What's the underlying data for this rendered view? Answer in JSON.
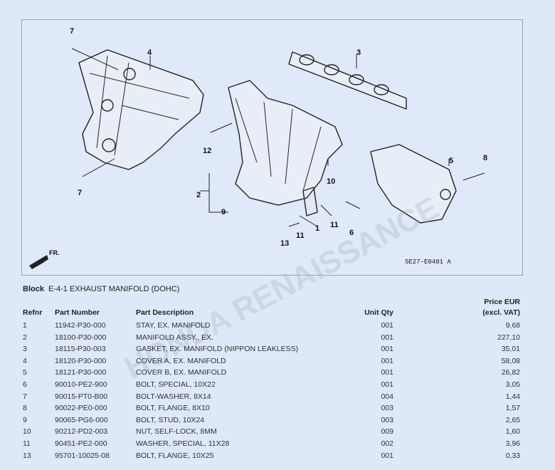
{
  "diagram": {
    "title": "Exhaust manifold parts diagram",
    "drawing_code": "SE27-E0401 A",
    "front_arrow_label": "FR.",
    "callouts": [
      "7",
      "4",
      "3",
      "12",
      "7",
      "2",
      "9",
      "10",
      "5",
      "8",
      "11",
      "1",
      "11",
      "6",
      "13"
    ]
  },
  "block": {
    "label": "Block",
    "value": "E-4-1 EXHAUST MANIFOLD (DOHC)"
  },
  "table": {
    "headers": {
      "refnr": "Refnr",
      "part_number": "Part Number",
      "description": "Part Description",
      "qty": "Unit Qty",
      "price_line1": "Price EUR",
      "price_line2": "(excl. VAT)"
    },
    "rows": [
      {
        "refnr": "1",
        "part_number": "11942-P30-000",
        "description": "STAY, EX. MANIFOLD",
        "qty": "001",
        "price": "9,68"
      },
      {
        "refnr": "2",
        "part_number": "18100-P30-000",
        "description": "MANIFOLD ASSY., EX.",
        "qty": "001",
        "price": "227,10"
      },
      {
        "refnr": "3",
        "part_number": "18115-P30-003",
        "description": "GASKET, EX. MANIFOLD (NIPPON LEAKLESS)",
        "qty": "001",
        "price": "35,01"
      },
      {
        "refnr": "4",
        "part_number": "18120-P30-000",
        "description": "COVER A, EX. MANIFOLD",
        "qty": "001",
        "price": "58,08"
      },
      {
        "refnr": "5",
        "part_number": "18121-P30-000",
        "description": "COVER B, EX. MANIFOLD",
        "qty": "001",
        "price": "26,82"
      },
      {
        "refnr": "6",
        "part_number": "90010-PE2-900",
        "description": "BOLT, SPECIAL, 10X22",
        "qty": "001",
        "price": "3,05"
      },
      {
        "refnr": "7",
        "part_number": "90015-PT0-B00",
        "description": "BOLT-WASHER, 8X14",
        "qty": "004",
        "price": "1,44"
      },
      {
        "refnr": "8",
        "part_number": "90022-PE0-000",
        "description": "BOLT, FLANGE, 8X10",
        "qty": "003",
        "price": "1,57"
      },
      {
        "refnr": "9",
        "part_number": "90065-PG6-000",
        "description": "BOLT, STUD, 10X24",
        "qty": "003",
        "price": "2,65"
      },
      {
        "refnr": "10",
        "part_number": "90212-PD2-003",
        "description": "NUT, SELF-LOCK, 8MM",
        "qty": "009",
        "price": "1,60"
      },
      {
        "refnr": "11",
        "part_number": "90451-PE2-000",
        "description": "WASHER, SPECIAL, 11X28",
        "qty": "002",
        "price": "3,96"
      },
      {
        "refnr": "13",
        "part_number": "95701-10025-08",
        "description": "BOLT, FLANGE, 10X25",
        "qty": "001",
        "price": "0,33"
      }
    ]
  }
}
